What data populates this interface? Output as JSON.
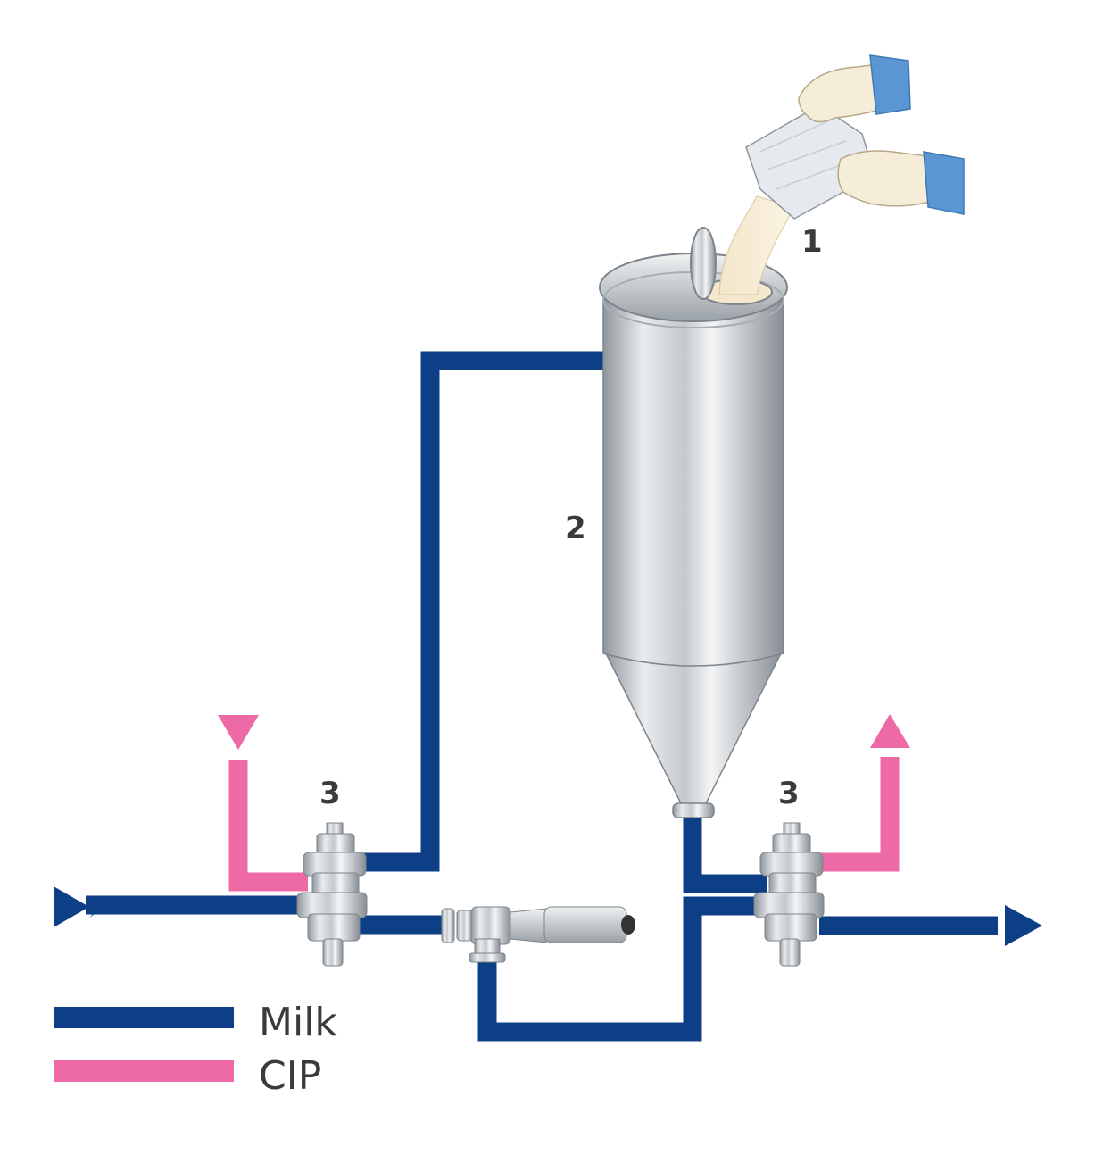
{
  "callouts": {
    "hands_pouring": "1",
    "tank": "2",
    "valve_left": "3",
    "valve_right": "3"
  },
  "legend": [
    {
      "label": "Milk",
      "color": "#0c3f86"
    },
    {
      "label": "CIP",
      "color": "#ee6aa7"
    }
  ],
  "colors": {
    "milk": "#0c3f86",
    "cip": "#ee6aa7",
    "steel_light": "#e8ebee",
    "steel_dark": "#8d949b",
    "glove": "#f6edd8",
    "cuff": "#5b96d4"
  }
}
